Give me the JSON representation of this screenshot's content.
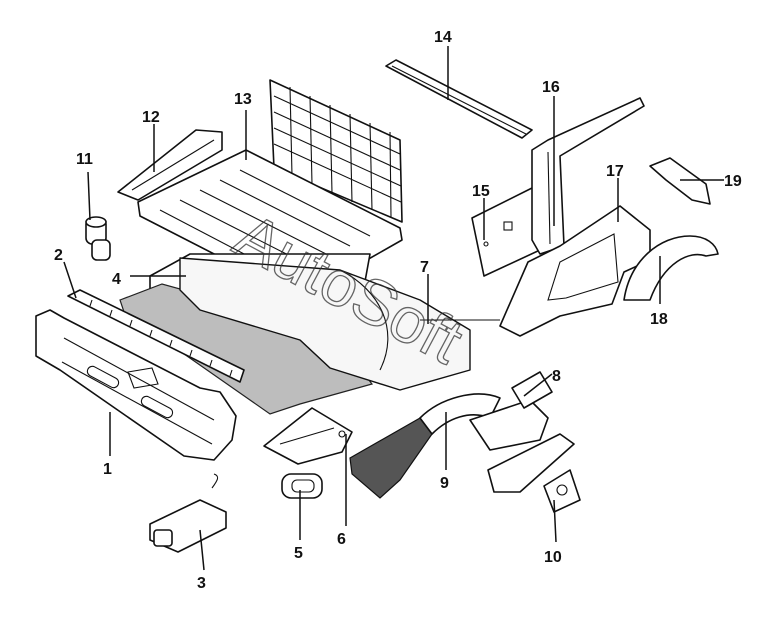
{
  "callouts": [
    {
      "id": "1",
      "label": "1"
    },
    {
      "id": "2",
      "label": "2"
    },
    {
      "id": "3",
      "label": "3"
    },
    {
      "id": "4",
      "label": "4"
    },
    {
      "id": "5",
      "label": "5"
    },
    {
      "id": "6",
      "label": "6"
    },
    {
      "id": "7",
      "label": "7"
    },
    {
      "id": "8",
      "label": "8"
    },
    {
      "id": "9",
      "label": "9"
    },
    {
      "id": "10",
      "label": "10"
    },
    {
      "id": "11",
      "label": "11"
    },
    {
      "id": "12",
      "label": "12"
    },
    {
      "id": "13",
      "label": "13"
    },
    {
      "id": "14",
      "label": "14"
    },
    {
      "id": "15",
      "label": "15"
    },
    {
      "id": "16",
      "label": "16"
    },
    {
      "id": "17",
      "label": "17"
    },
    {
      "id": "18",
      "label": "18"
    },
    {
      "id": "19",
      "label": "19"
    }
  ],
  "watermark": {
    "text": "AutoSoft"
  },
  "colors": {
    "line": "#111111",
    "mat": "#bdbdbd",
    "background": "#ffffff"
  }
}
